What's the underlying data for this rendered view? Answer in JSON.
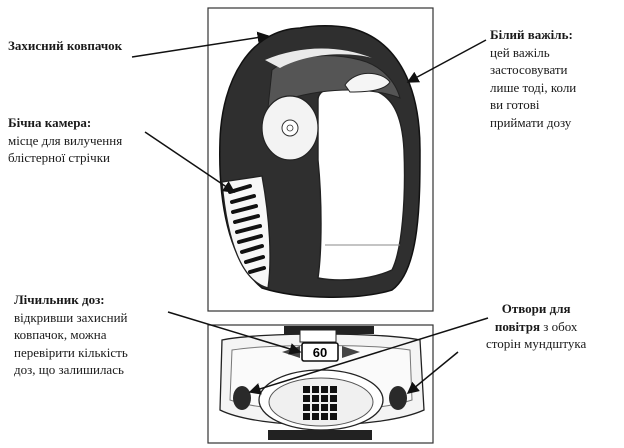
{
  "labels": {
    "cap": {
      "title": "Захисний ковпачок"
    },
    "lever": {
      "title": "Білий важіль:",
      "lines": [
        "цей важіль",
        "застосовувати",
        "лише тоді, коли",
        "ви готові",
        "приймати дозу"
      ]
    },
    "chamber": {
      "title": "Бічна камера:",
      "lines": [
        "місце для вилучення",
        "блістерної стрічки"
      ]
    },
    "counter": {
      "title": "Лічильник доз:",
      "lines": [
        "відкривши захисний",
        "ковпачок, можна",
        "перевірити кількість",
        "доз, що залишилась"
      ]
    },
    "vents": {
      "title_bold": "Отвори для",
      "title_bold2": "повітря",
      "title_rest": " з обох",
      "line3": "сторін мундштука"
    }
  },
  "counter_value": "60"
}
